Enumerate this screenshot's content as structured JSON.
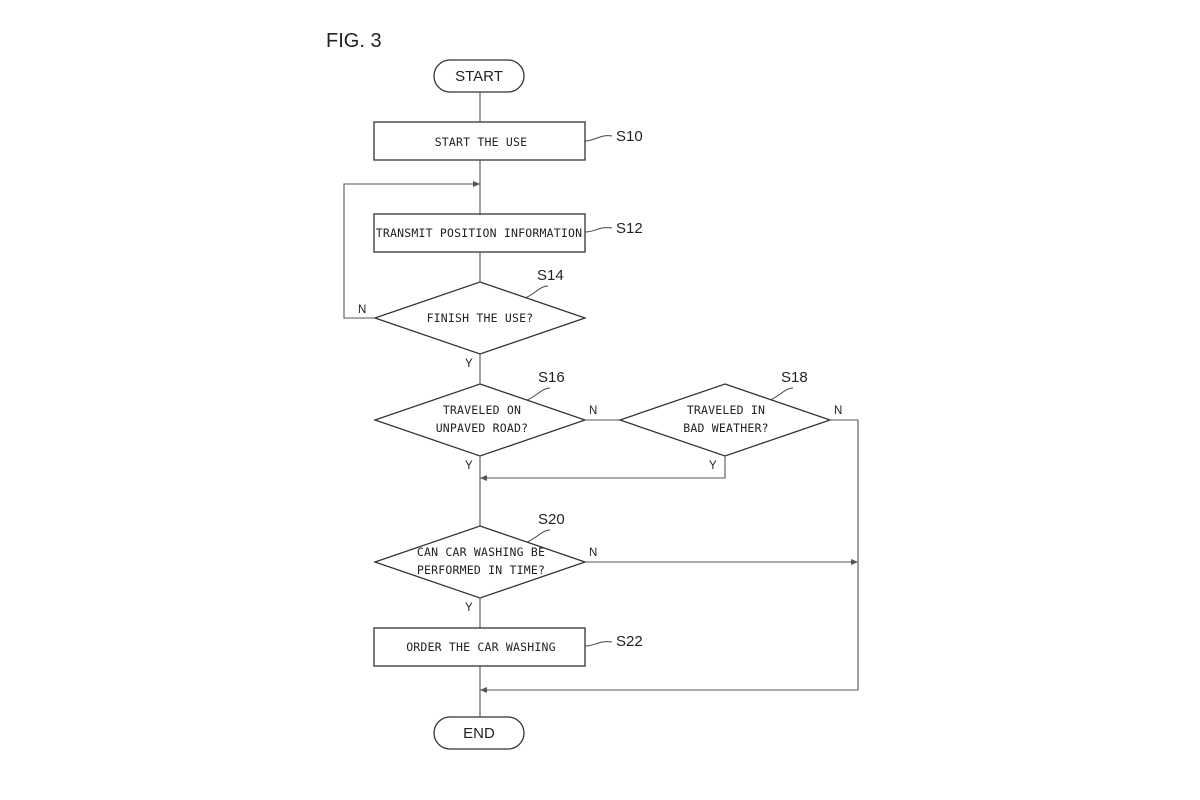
{
  "figure": {
    "label": "FIG. 3",
    "terminals": {
      "start": "START",
      "end": "END"
    },
    "steps": {
      "s10": {
        "id": "S10",
        "text": "START THE USE"
      },
      "s12": {
        "id": "S12",
        "text": "TRANSMIT POSITION INFORMATION"
      },
      "s14": {
        "id": "S14",
        "text": "FINISH THE USE?"
      },
      "s16": {
        "id": "S16",
        "line1": "TRAVELED ON",
        "line2": "UNPAVED ROAD?"
      },
      "s18": {
        "id": "S18",
        "line1": "TRAVELED IN",
        "line2": "BAD WEATHER?"
      },
      "s20": {
        "id": "S20",
        "line1": "CAN CAR WASHING BE",
        "line2": "PERFORMED IN TIME?"
      },
      "s22": {
        "id": "S22",
        "text": "ORDER THE CAR WASHING"
      }
    },
    "branch_labels": {
      "s14_no": "N",
      "s14_yes": "Y",
      "s16_no": "N",
      "s16_yes": "Y",
      "s18_no": "N",
      "s18_yes": "Y",
      "s20_no": "N",
      "s20_yes": "Y"
    }
  }
}
